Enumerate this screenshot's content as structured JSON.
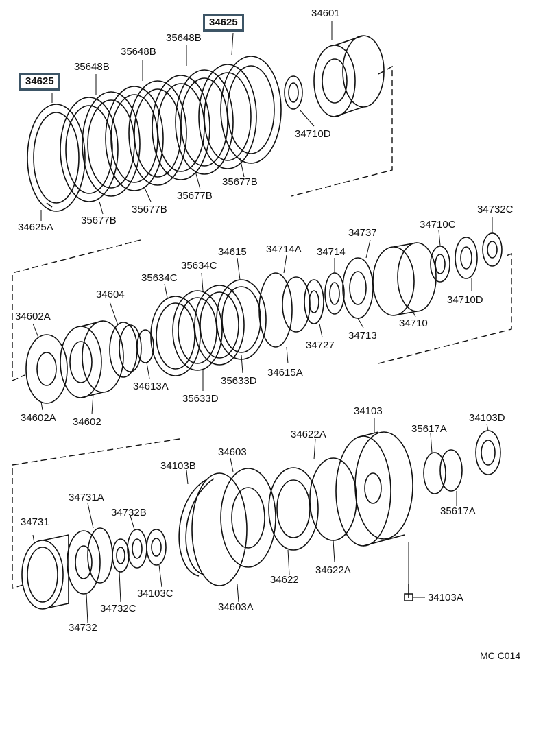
{
  "parts": {
    "p34625_top": "34625",
    "p34625_left": "34625",
    "p34601": "34601",
    "p35648B_a": "35648B",
    "p35648B_b": "35648B",
    "p35648B_c": "35648B",
    "p34710D_top": "34710D",
    "p35677B_a": "35677B",
    "p35677B_b": "35677B",
    "p35677B_c": "35677B",
    "p35677B_d": "35677B",
    "p34625A": "34625A",
    "p34732C_top": "34732C",
    "p34710C": "34710C",
    "p34737": "34737",
    "p34615": "34615",
    "p34714A": "34714A",
    "p34714": "34714",
    "p35634C_a": "35634C",
    "p35634C_b": "35634C",
    "p34604": "34604",
    "p34710D_mid": "34710D",
    "p34602A_a": "34602A",
    "p34710": "34710",
    "p34727": "34727",
    "p34713": "34713",
    "p34615A": "34615A",
    "p35633D_a": "35633D",
    "p34613A": "34613A",
    "p35633D_b": "35633D",
    "p34602A_b": "34602A",
    "p34602": "34602",
    "p34103": "34103",
    "p34103D": "34103D",
    "p34622A_top": "34622A",
    "p35617A_a": "35617A",
    "p34603": "34603",
    "p34103B": "34103B",
    "p34731A": "34731A",
    "p35617A_b": "35617A",
    "p34732B": "34732B",
    "p34731": "34731",
    "p34103C": "34103C",
    "p34622A_bot": "34622A",
    "p34622": "34622",
    "p34732C_bot": "34732C",
    "p34603A": "34603A",
    "p34103A": "34103A",
    "p34732": "34732"
  },
  "diagram_code": "MC C014"
}
